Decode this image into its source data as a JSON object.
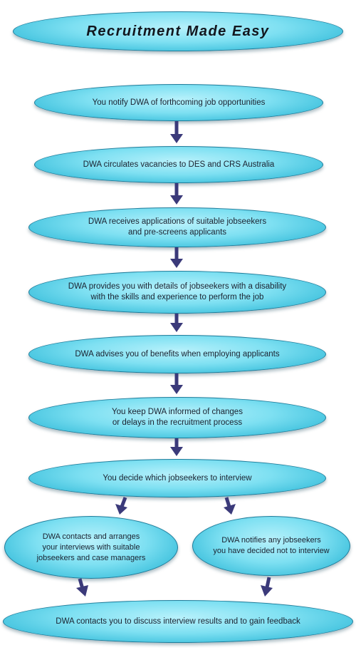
{
  "title": "Recruitment Made Easy",
  "steps": [
    "You notify DWA of forthcoming job opportunities",
    "DWA circulates vacancies to DES and CRS Australia",
    "DWA receives applications of suitable jobseekers\nand pre-screens applicants",
    "DWA provides you with details of jobseekers with a disability\nwith the skills and experience to perform the job",
    "DWA advises you of benefits when employing applicants",
    "You keep DWA informed of changes\nor delays in the recruitment process",
    "You decide which jobseekers to interview"
  ],
  "branch_left": "DWA contacts and arranges\nyour interviews with suitable\njobseekers and case managers",
  "branch_right": "DWA notifies any jobseekers\nyou have decided not to interview",
  "final_step": "DWA contacts you to discuss interview results and to gain feedback",
  "colors": {
    "node_fill": "#7ee0f2",
    "node_border": "#1f7c9a",
    "arrow": "#3b3a7a"
  }
}
